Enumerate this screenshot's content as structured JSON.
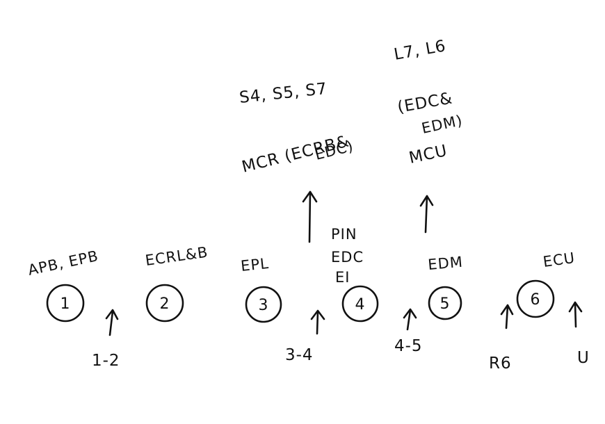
{
  "compartments": [
    {
      "number": "1",
      "label": "APB, EPB"
    },
    {
      "number": "2",
      "label": "ECRL&B"
    },
    {
      "number": "3",
      "label": "EPL"
    },
    {
      "number": "4",
      "label_lines": [
        "PIN",
        "EDC",
        "EI"
      ]
    },
    {
      "number": "5",
      "label": "EDM"
    },
    {
      "number": "6",
      "label": "ECU"
    }
  ],
  "bottom_labels": [
    "1-2",
    "3-4",
    "4-5",
    "R6",
    "U"
  ],
  "upper_left": {
    "top": "S4, S5, S7",
    "line1": "MCR (ECRB&",
    "line2": "EDC)"
  },
  "upper_right": {
    "top": "L7, L6",
    "line1": "(EDC&",
    "line2": "EDM)",
    "line3": "MCU"
  }
}
